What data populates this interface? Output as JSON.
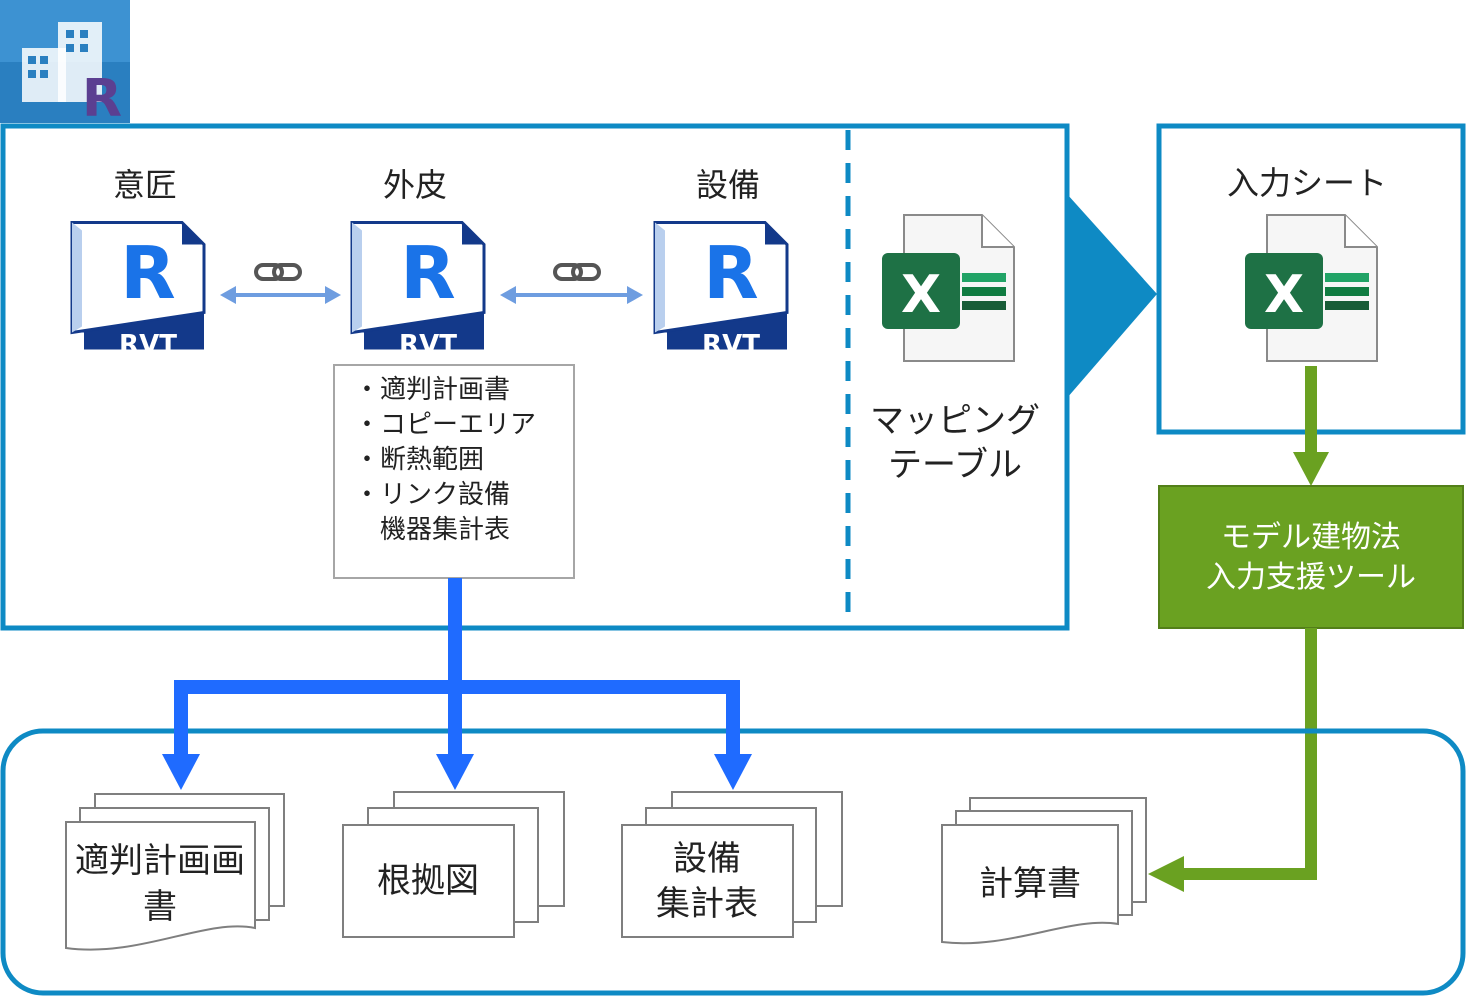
{
  "app_logo": {
    "letter": "R",
    "icon": "building-r-logo-icon"
  },
  "models": {
    "design": {
      "label": "意匠",
      "badge": "RVT",
      "letter": "R"
    },
    "envelope": {
      "label": "外皮",
      "badge": "RVT",
      "letter": "R"
    },
    "mep": {
      "label": "設備",
      "badge": "RVT",
      "letter": "R"
    }
  },
  "link_icon": "chain-link-icon",
  "envelope_contents": [
    "・適判計画書",
    "・コピーエリア",
    "・断熱範囲",
    "・リンク設備",
    "　機器集計表"
  ],
  "mapping_table": {
    "line1": "マッピング",
    "line2": "テーブル",
    "letter": "X"
  },
  "input_sheet": {
    "label": "入力シート",
    "letter": "X"
  },
  "tool": {
    "line1": "モデル建物法",
    "line2": "入力支援ツール"
  },
  "outputs": {
    "plan_doc": {
      "line1": "適判計画画",
      "line2": "書"
    },
    "basis_drawing": {
      "label": "根拠図"
    },
    "equipment_schedule": {
      "line1": "設備",
      "line2": "集計表"
    },
    "calculation_doc": {
      "label": "計算書"
    }
  },
  "colors": {
    "frame_blue": "#0e8ac4",
    "flow_blue": "#1f6bff",
    "link_arrow": "#6e9de0",
    "tool_green": "#6aa121",
    "rvt_navy": "#13398a",
    "excel_green": "#1e7145"
  }
}
